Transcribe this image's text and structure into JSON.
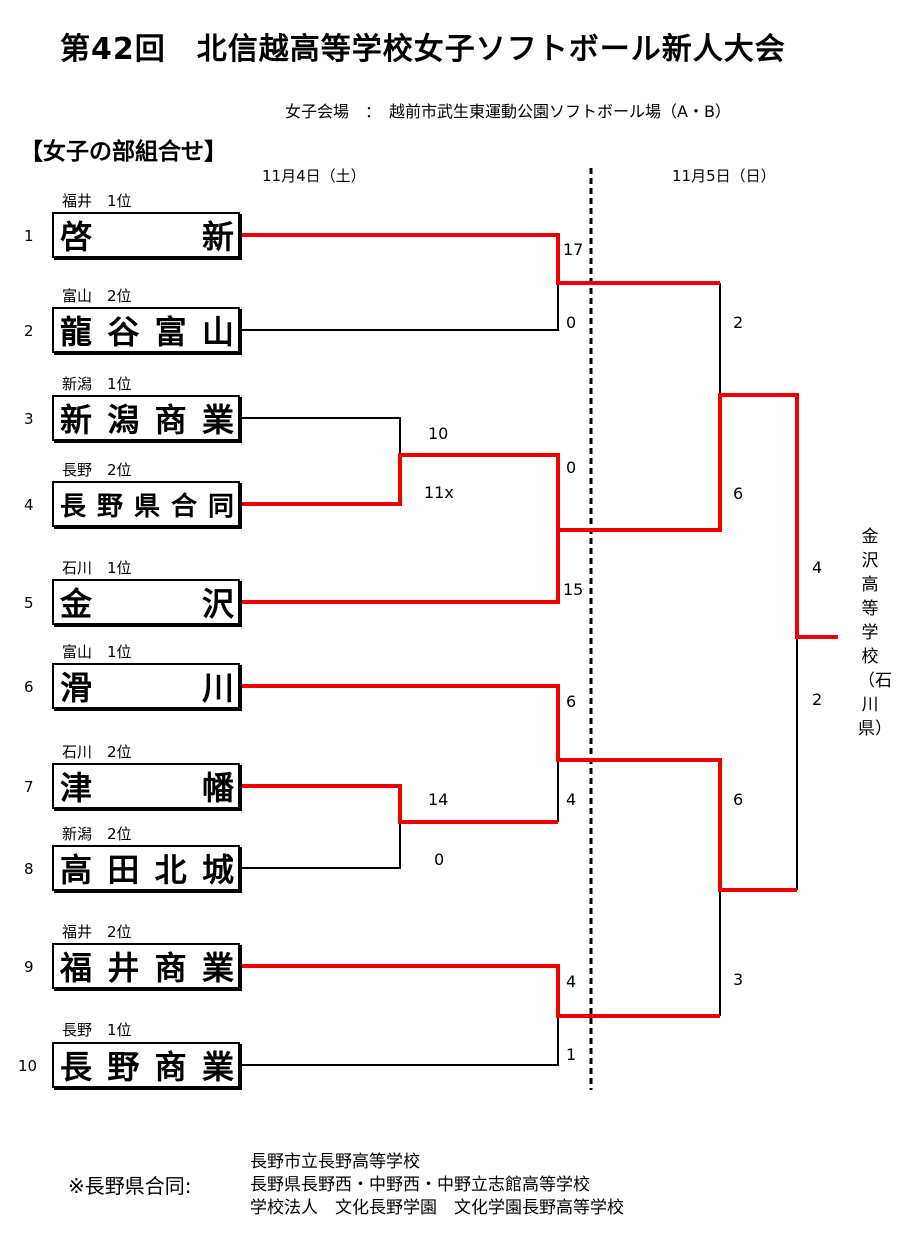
{
  "header": {
    "title": "第42回　北信越高等学校女子ソフトボール新人大会",
    "venue": "女子会場　：　越前市武生東運動公園ソフトボール場（A・B）",
    "section": "【女子の部組合せ】",
    "day1": "11月4日（土）",
    "day2": "11月5日（日）"
  },
  "teams": [
    {
      "seed": "1",
      "pref": "福井　1位",
      "chars": [
        "啓",
        "新"
      ]
    },
    {
      "seed": "2",
      "pref": "富山　2位",
      "chars": [
        "龍",
        "谷",
        "富",
        "山"
      ]
    },
    {
      "seed": "3",
      "pref": "新潟　1位",
      "chars": [
        "新",
        "潟",
        "商",
        "業"
      ]
    },
    {
      "seed": "4",
      "pref": "長野　2位",
      "chars": [
        "長",
        "野",
        "県",
        "合",
        "同"
      ]
    },
    {
      "seed": "5",
      "pref": "石川　1位",
      "chars": [
        "金",
        "沢"
      ]
    },
    {
      "seed": "6",
      "pref": "富山　1位",
      "chars": [
        "滑",
        "川"
      ]
    },
    {
      "seed": "7",
      "pref": "石川　2位",
      "chars": [
        "津",
        "幡"
      ]
    },
    {
      "seed": "8",
      "pref": "新潟　2位",
      "chars": [
        "高",
        "田",
        "北",
        "城"
      ]
    },
    {
      "seed": "9",
      "pref": "福井　2位",
      "chars": [
        "福",
        "井",
        "商",
        "業"
      ]
    },
    {
      "seed": "10",
      "pref": "長野　1位",
      "chars": [
        "長",
        "野",
        "商",
        "業"
      ]
    }
  ],
  "scores": {
    "m1_top": "17",
    "m1_bot": "0",
    "r1a_top": "10",
    "r1a_bot": "11x",
    "m2_top": "0",
    "m2_bot": "15",
    "r1b_top": "14",
    "r1b_bot": "0",
    "m3_top": "6",
    "m3_bot": "4",
    "m4_top": "4",
    "m4_bot": "1",
    "sf1_top": "2",
    "sf1_bot": "6",
    "sf2_top": "6",
    "sf2_bot": "3",
    "f_top": "4",
    "f_bot": "2"
  },
  "winner": "金沢高等学校（石川県）",
  "note": {
    "label": "※長野県合同:",
    "lines": [
      "長野市立長野高等学校",
      "長野県長野西・中野西・中野立志館高等学校",
      "学校法人　文化長野学園　文化学園長野高等学校"
    ]
  }
}
